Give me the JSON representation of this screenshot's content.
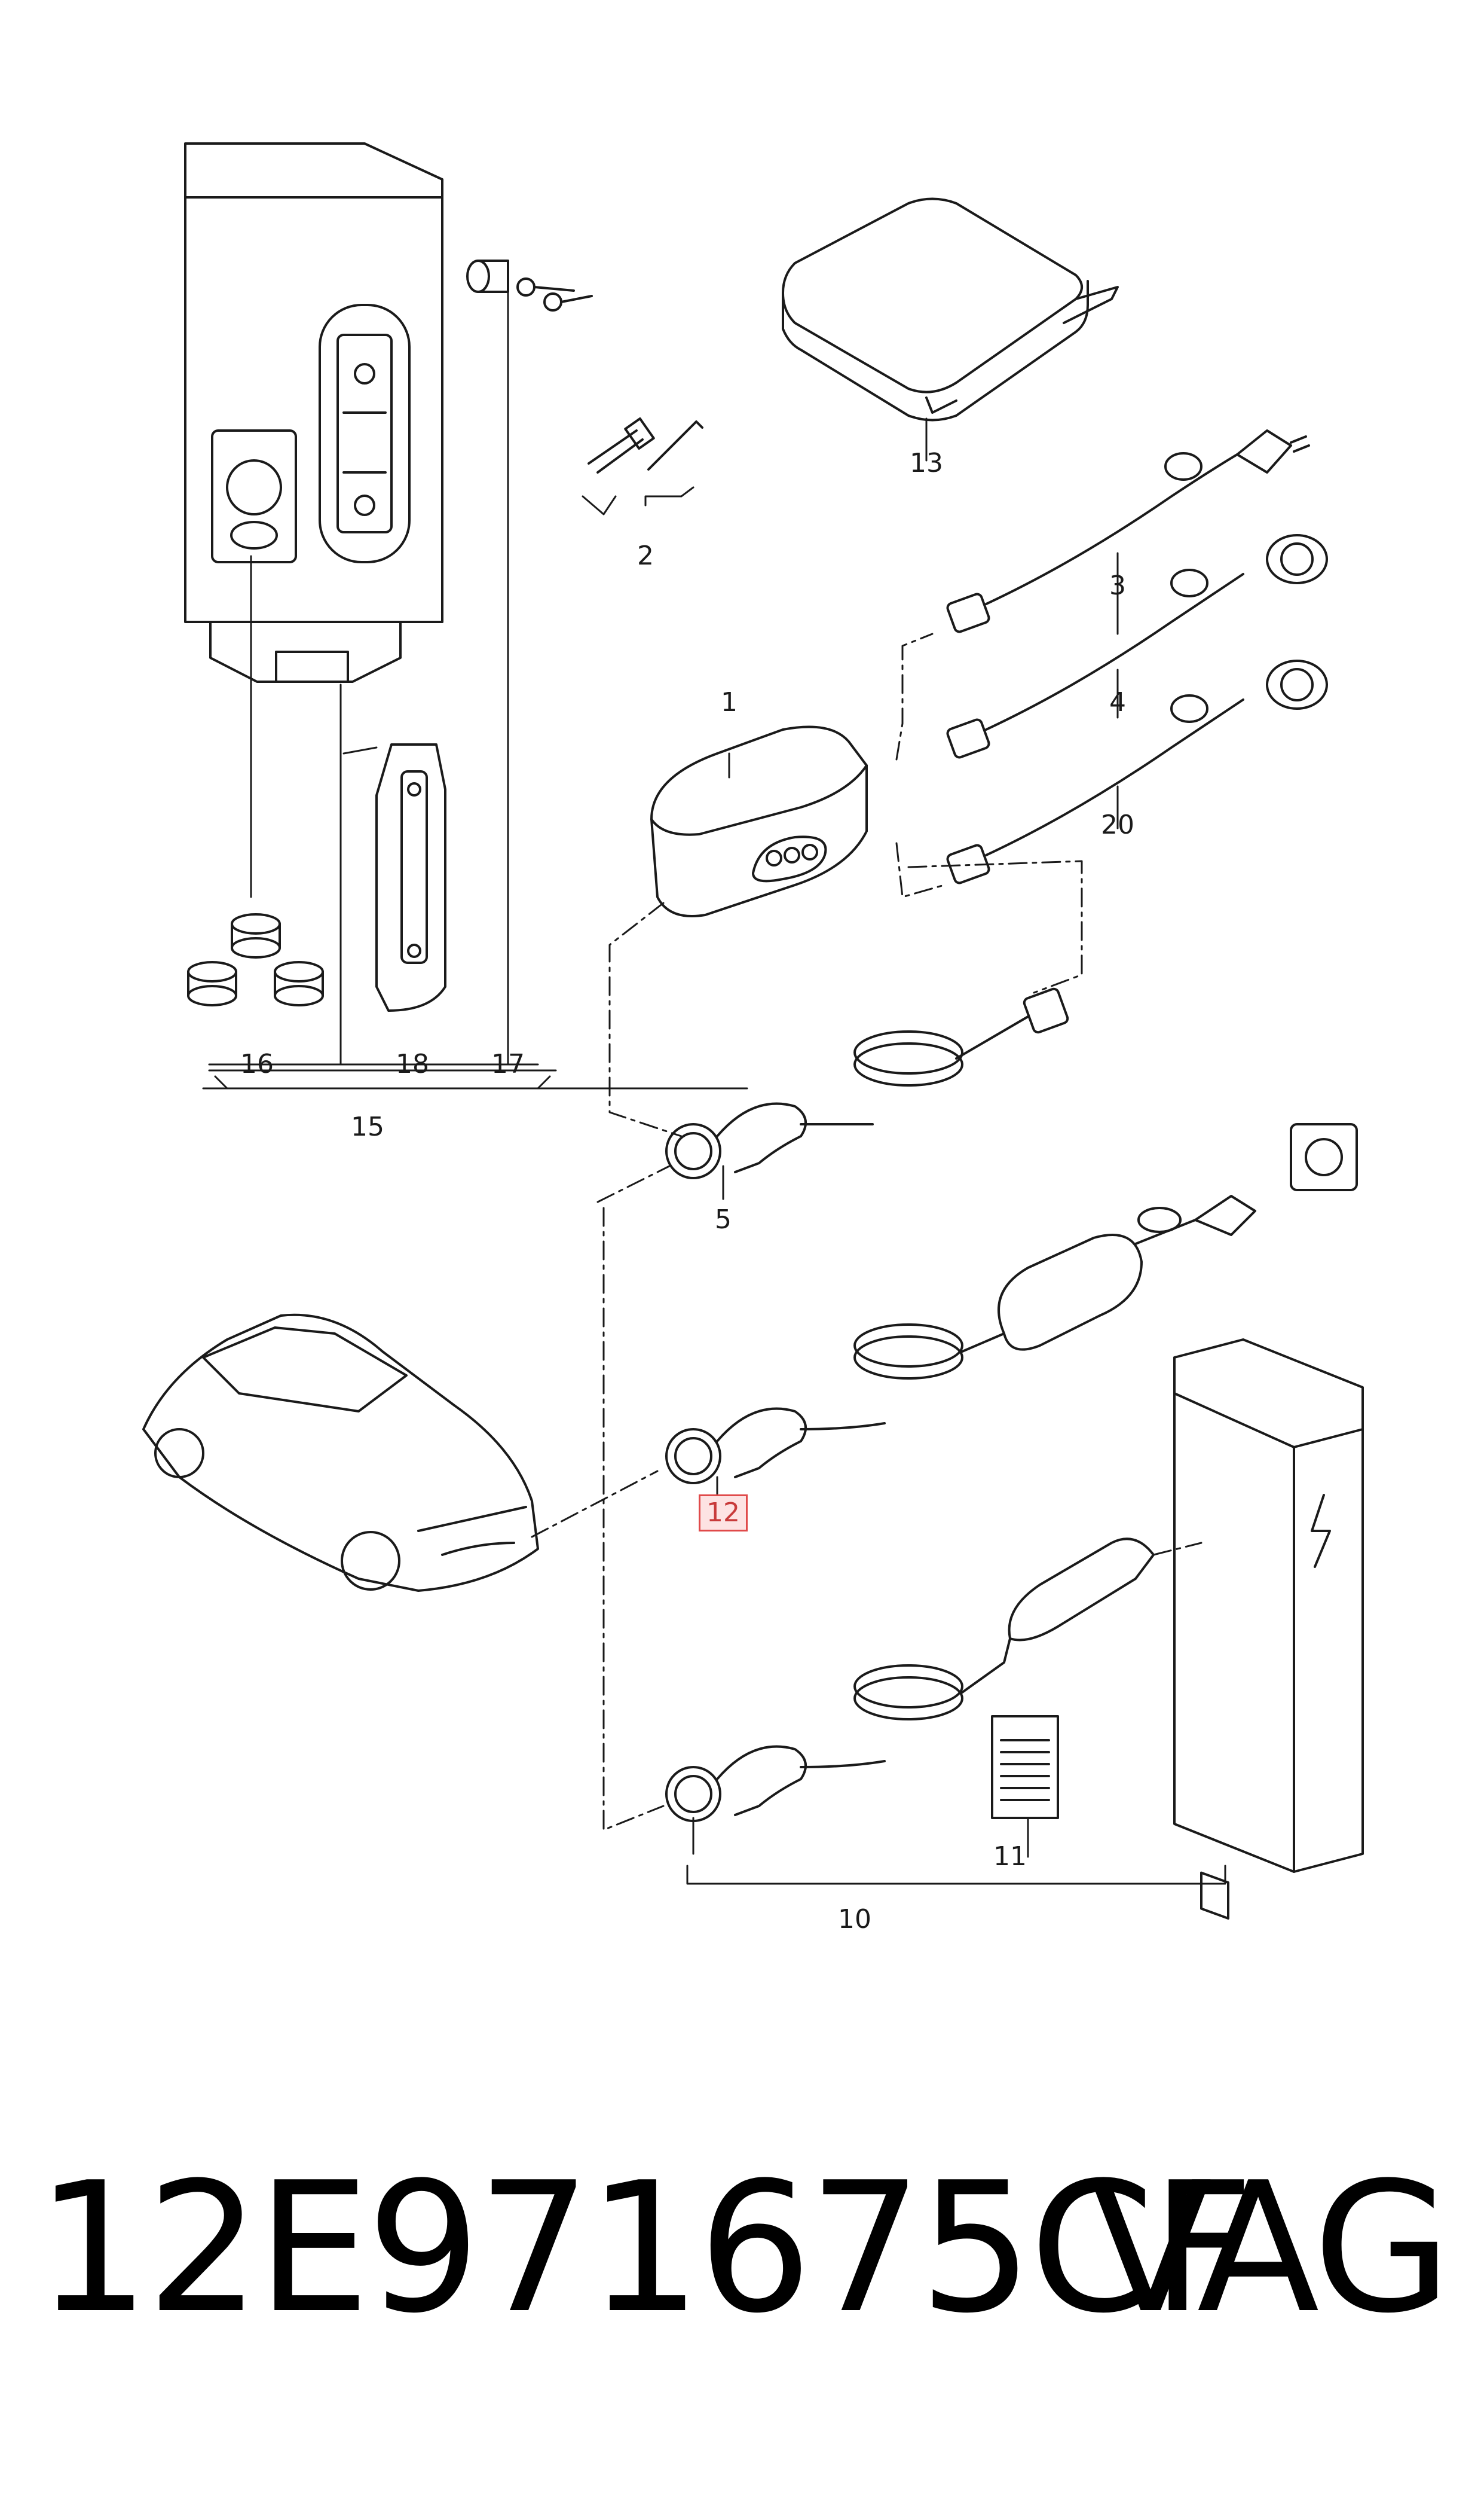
{
  "callouts": {
    "c1": "1",
    "c2": "2",
    "c3": "3",
    "c4": "4",
    "c5": "5",
    "c10": "10",
    "c11": "11",
    "c12": "12",
    "c13": "13",
    "c15": "15",
    "c16": "16",
    "c17": "17",
    "c18": "18",
    "c20": "20"
  },
  "highlight": {
    "callout": "12",
    "color": "#e04a4a"
  },
  "footer": {
    "part_number": "12E971675CF",
    "brand": "VAG"
  }
}
